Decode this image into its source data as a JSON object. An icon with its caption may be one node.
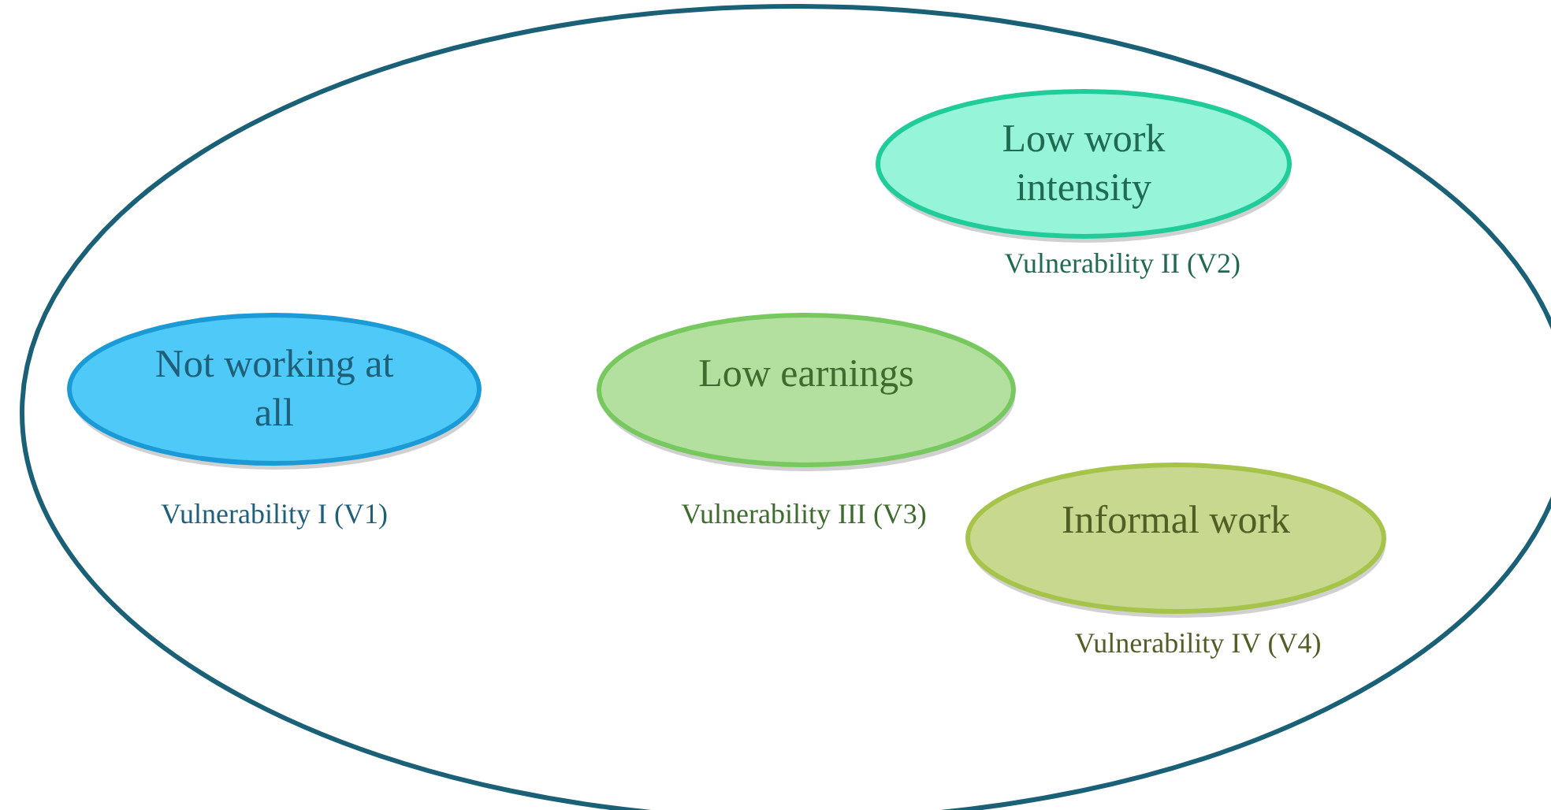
{
  "diagram": {
    "nodes": [
      {
        "text": [],
        "shape": "ellipse"
      },
      {
        "text": [
          "Low work intensity"
        ],
        "in": 0,
        "beside": [
          "Vulnerability II (V2)"
        ]
      },
      {
        "text": [
          "Not working at all"
        ],
        "in": 0,
        "beside": [
          "Vulnerability I (V1)"
        ]
      },
      {
        "text": [
          "Low earnings"
        ],
        "in": 0,
        "beside": [
          "Vulnerability III (V3)"
        ]
      },
      {
        "text": [
          "Informal work"
        ],
        "in": 0,
        "beside": [
          "Vulnerability IV (V4)"
        ]
      }
    ]
  }
}
